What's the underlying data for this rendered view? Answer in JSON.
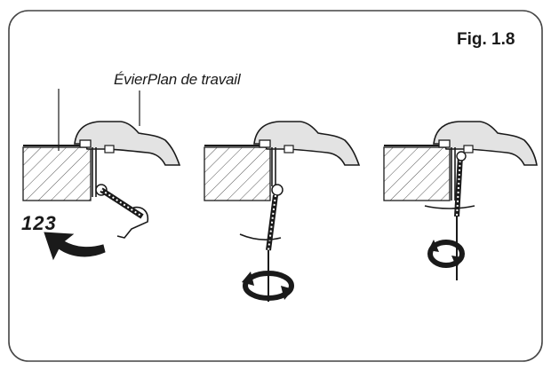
{
  "figure": {
    "label": "Fig. 1.8",
    "sink_label": "ÉvierPlan de travail",
    "steps_label": "123"
  },
  "colors": {
    "outline": "#1a1a1a",
    "sink_fill": "#e3e3e3",
    "border": "#444444"
  },
  "icons": [
    "rotation-arrow-icon",
    "rotation-circle-icon"
  ]
}
